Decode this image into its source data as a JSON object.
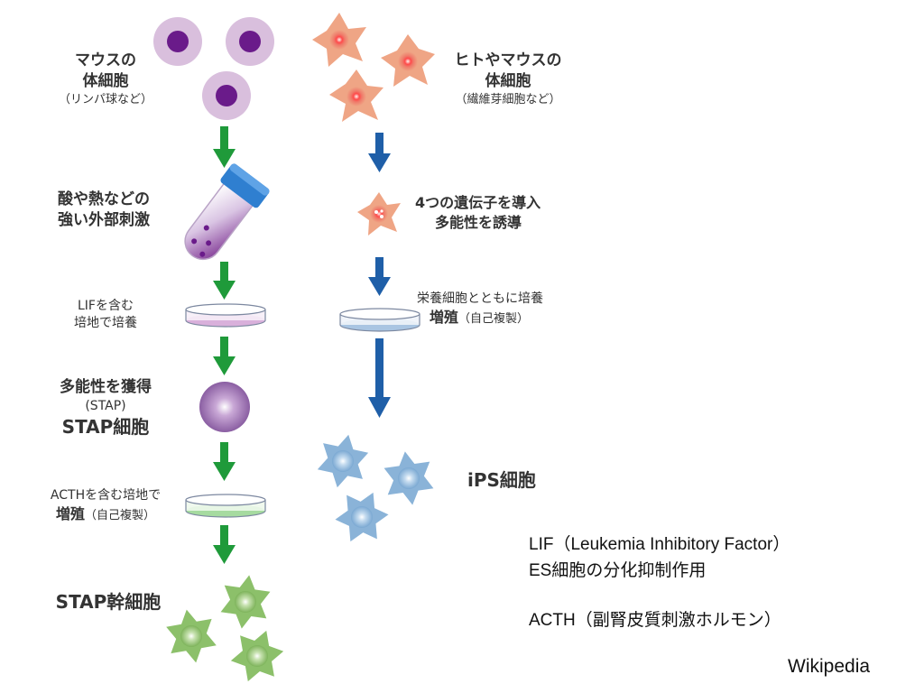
{
  "stap": {
    "s1": {
      "line1": "マウスの",
      "line2": "体細胞",
      "line3": "（リンパ球など）"
    },
    "s2": {
      "line1": "酸や熱などの",
      "line2": "強い外部刺激"
    },
    "s3": {
      "line1": "LIFを含む",
      "line2": "培地で培養"
    },
    "s4": {
      "line1": "多能性を獲得",
      "line2": "(STAP)",
      "line3": "STAP細胞"
    },
    "s5": {
      "line1": "ACTHを含む培地で",
      "line2_bold": "増殖",
      "line2_rest": "（自己複製）"
    },
    "s6": {
      "line1": "STAP幹細胞"
    }
  },
  "ips": {
    "s1": {
      "line1": "ヒトやマウスの",
      "line2": "体細胞",
      "line3": "（繊維芽細胞など）"
    },
    "s2": {
      "line1": "4つの遺伝子を導入",
      "line2": "多能性を誘導"
    },
    "s3": {
      "line1": "栄養細胞とともに培養",
      "line2_bold": "増殖",
      "line2_rest": "（自己複製）"
    },
    "s4": {
      "line1": "iPS細胞"
    }
  },
  "notes": {
    "lif_line1": "LIF（Leukemia Inhibitory Factor）",
    "lif_line2": "ES細胞の分化抑制作用",
    "acth": "ACTH（副腎皮質刺激ホルモン）",
    "credit": "Wikipedia"
  },
  "colors": {
    "stap_arrow": "#1f9a3a",
    "ips_arrow": "#1f5fa8",
    "lymphocyte_outer": "#d9bfdd",
    "lymphocyte_nucleus": "#6a1b8a",
    "fibroblast": "#efa585",
    "stap_cell": "#9a6fb0",
    "stap_stem_cell": "#8cc06a",
    "ips_cell": "#8ab3d8"
  }
}
